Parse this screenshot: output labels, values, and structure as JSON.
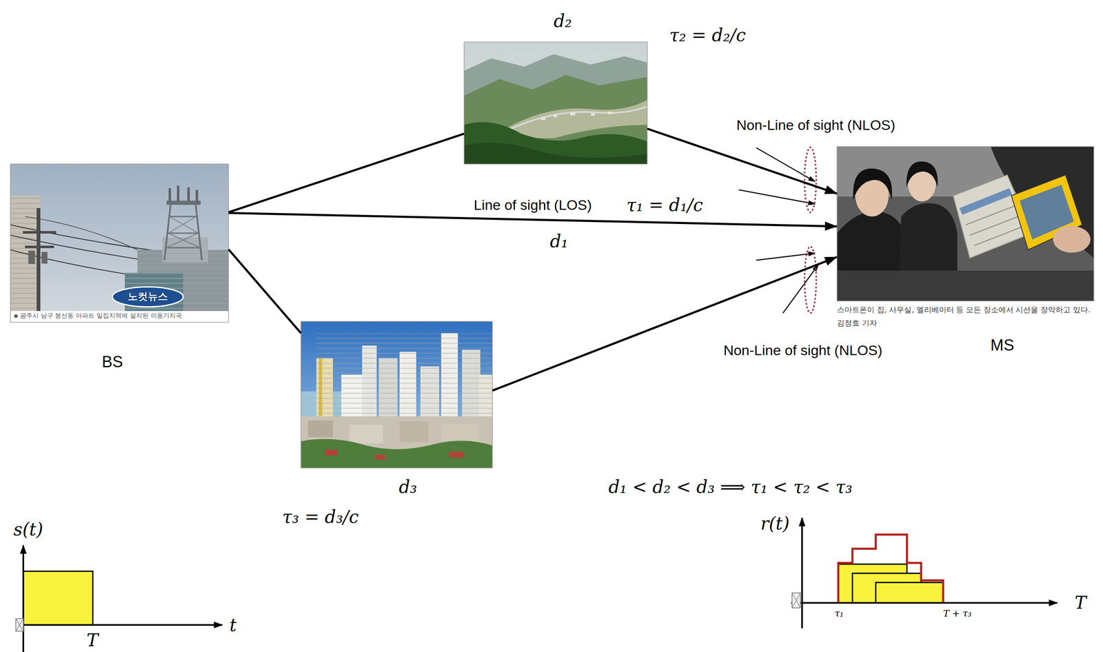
{
  "diagram": {
    "nodes": [
      {
        "text": [
          "노컷뉴스",
          "▪ 광주시 남구 봉선동 아파트 밀집지역에 설치된 이동기지국",
          "BS"
        ]
      },
      {
        "text": [
          "d₂"
        ]
      },
      {
        "text": [
          "d₃"
        ]
      },
      {
        "text": [
          "스마트폰이 집, 사무실, 엘리베이터 등 모든 장소에서 시선을 장악하고 있다. 김정효 기자",
          "MS"
        ]
      }
    ],
    "edges": [
      {
        "from": 0,
        "to": 1,
        "arrow": "none"
      },
      {
        "from": 1,
        "to": 3,
        "arrow": "to"
      },
      {
        "from": 0,
        "to": 3,
        "arrow": "to"
      },
      {
        "from": 0,
        "to": 2,
        "arrow": "none"
      },
      {
        "from": 2,
        "to": 3,
        "arrow": "to"
      }
    ],
    "labels": [
      "Non-Line of sight (NLOS)",
      "Line of sight (LOS)",
      "τ₁ = d₁/c",
      "d₁",
      "Non-Line of sight (NLOS)",
      "τ₂ = d₂/c",
      "τ₃ = d₃/c",
      "d₁ < d₂ < d₃ ⟹ τ₁ < τ₂ < τ₃",
      "s(t)",
      "t",
      "T",
      "r(t)",
      "τ₁",
      "T + τ₃",
      "T"
    ]
  }
}
